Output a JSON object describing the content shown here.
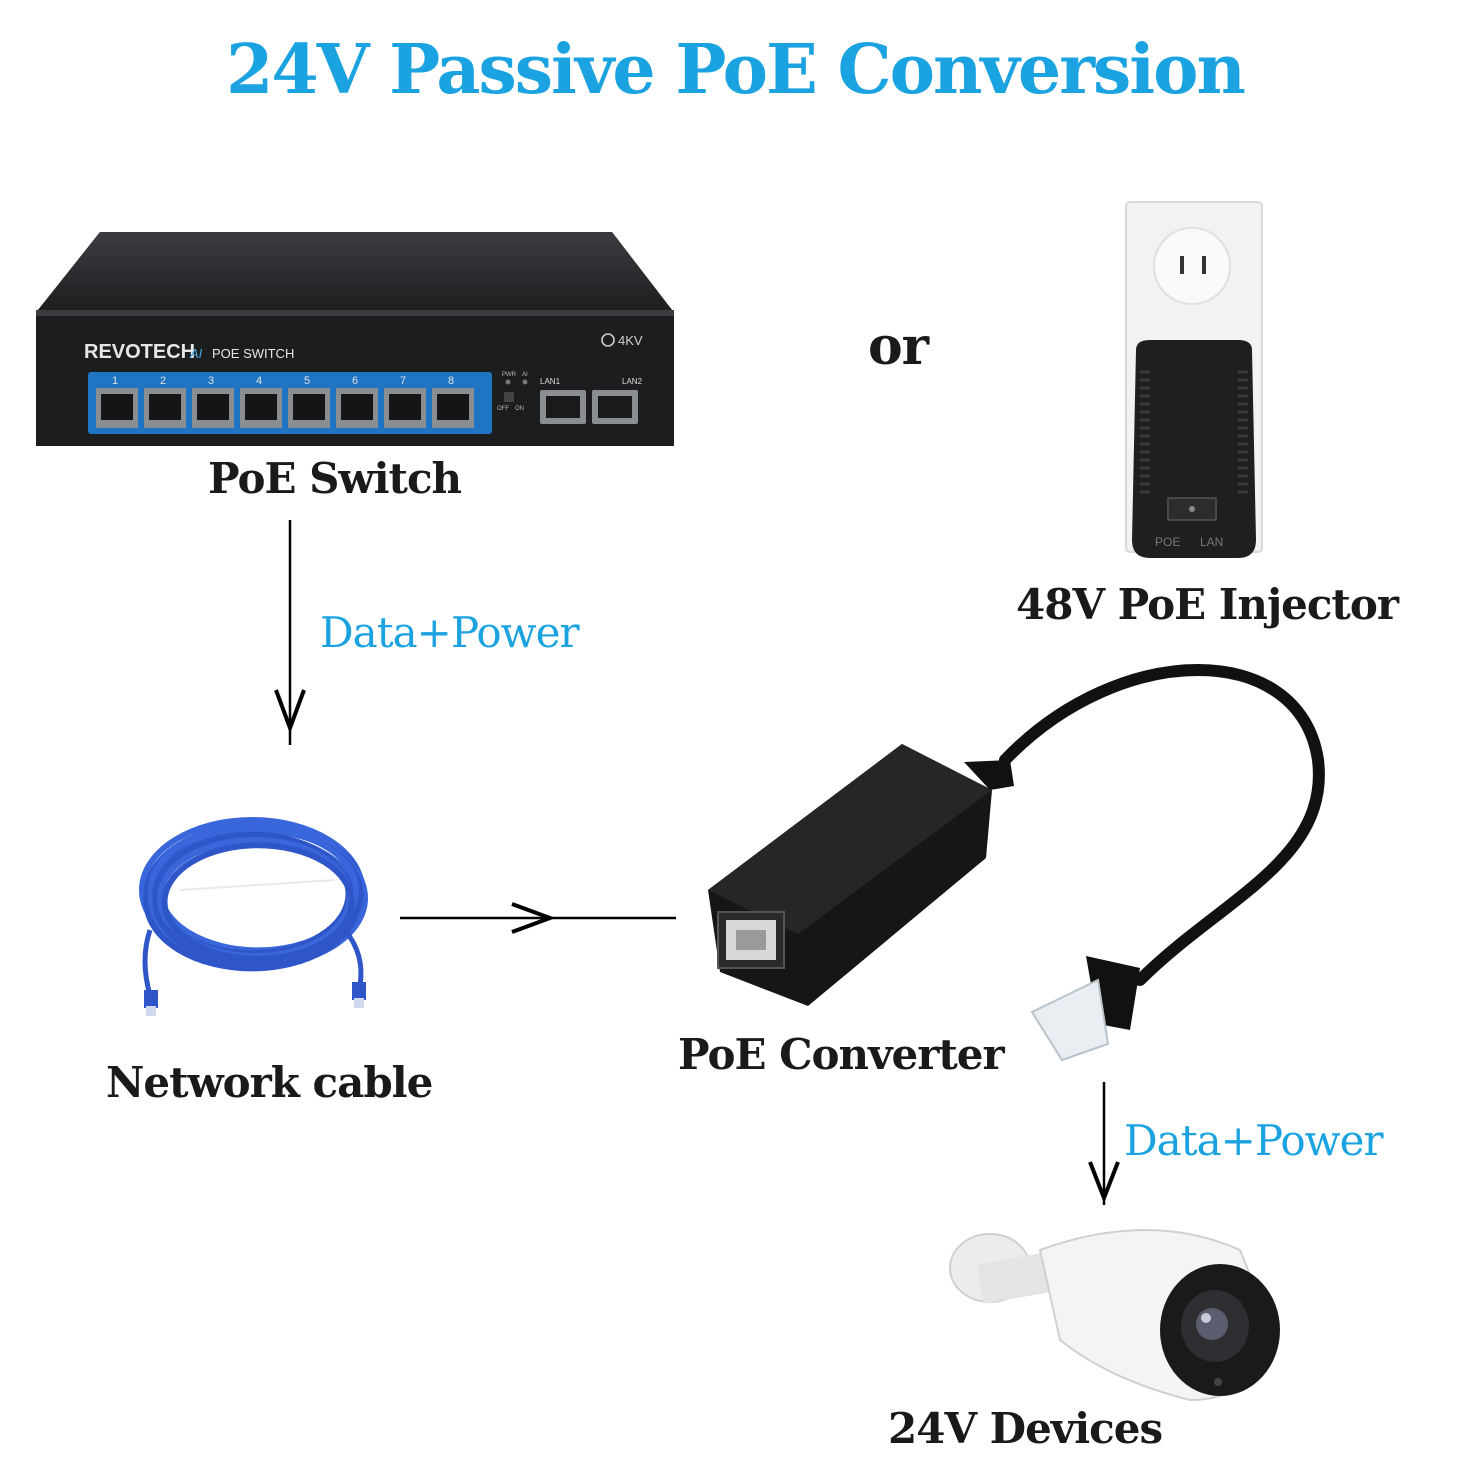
{
  "title": "24V Passive PoE Conversion",
  "separator": "or",
  "switch": {
    "label": "PoE Switch",
    "brand": "REVOTECH",
    "brand_sub": "AI",
    "model": "POE SWITCH",
    "surge": "4KV",
    "ports": [
      "1",
      "2",
      "3",
      "4",
      "5",
      "6",
      "7",
      "8"
    ],
    "uplinks": [
      "LAN1",
      "LAN2"
    ],
    "indicators": [
      "PWR",
      "AI"
    ],
    "toggle": [
      "OFF",
      "ON"
    ]
  },
  "injector": {
    "label": "48V PoE Injector",
    "ports": [
      "POE",
      "LAN"
    ]
  },
  "flow_labels": {
    "top": "Data+Power",
    "bottom": "Data+Power"
  },
  "cable": {
    "label": "Network cable"
  },
  "converter": {
    "label": "PoE Converter"
  },
  "device": {
    "label": "24V Devices"
  },
  "colors": {
    "accent": "#1aa3e0",
    "text": "#1a1a1a",
    "cable": "#2f56c9"
  }
}
